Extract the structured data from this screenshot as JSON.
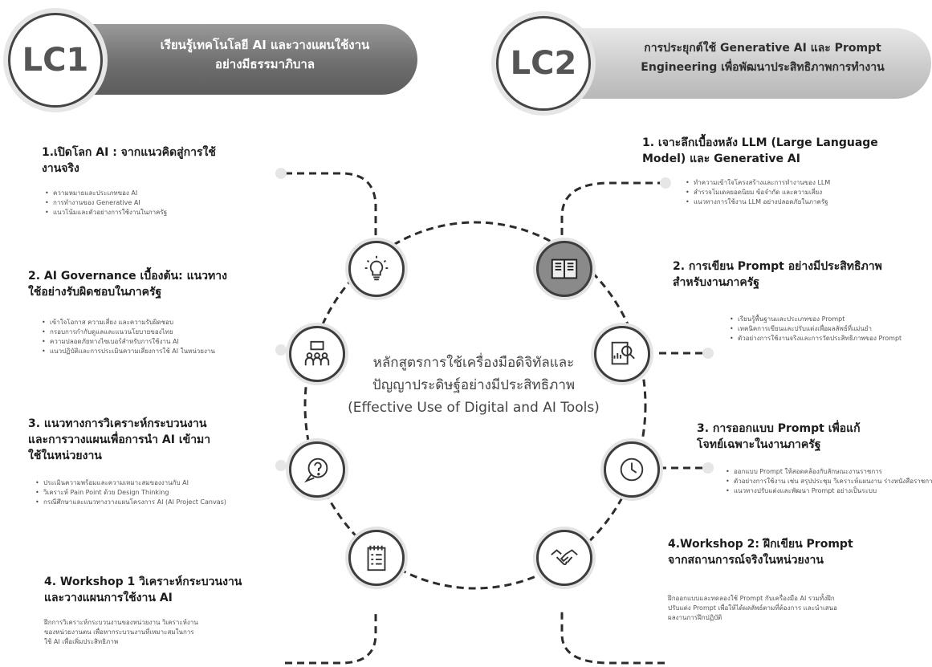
{
  "lc1": {
    "badge": "LC1",
    "title": "เรียนรู้เทคโนโลยี AI และวางแผนใช้งาน\nอย่างมีธรรมาภิบาล",
    "modules": [
      {
        "title": "1.เปิดโลก AI : จากแนวคิดสู่การใช้\nงานจริง",
        "icon": "lightbulb-icon",
        "bullets": [
          "ความหมายและประเภทของ AI",
          "การทำงานของ Generative AI",
          "แนวโน้มและตัวอย่างการใช้งานในภาครัฐ"
        ]
      },
      {
        "title": "2. AI Governance เบื้องต้น: แนวทาง\nใช้อย่างรับผิดชอบในภาครัฐ",
        "icon": "team-presentation-icon",
        "bullets": [
          "เข้าใจโอกาส ความเสี่ยง และความรับผิดชอบ",
          "กรอบการกำกับดูแลและแนวนโยบายของไทย",
          "ความปลอดภัยทางไซเบอร์สำหรับการใช้งาน AI",
          "แนวปฏิบัติและการประเมินความเสี่ยงการใช้ AI ในหน่วยงาน"
        ]
      },
      {
        "title": "3. แนวทางการวิเคราะห์กระบวนงาน\nและการวางแผนเพื่อการนำ AI เข้ามา\nใช้ในหน่วยงาน",
        "icon": "question-bubble-icon",
        "bullets": [
          "ประเมินความพร้อมและความเหมาะสมของงานกับ AI",
          "วิเคราะห์ Pain Point ด้วย Design Thinking",
          "กรณีศึกษาและแนวทางวางแผนโครงการ AI (AI Project Canvas)"
        ]
      },
      {
        "title": "4. Workshop 1 วิเคราะห์กระบวนงาน\nและวางแผนการใช้งาน AI",
        "icon": "notepad-checklist-icon",
        "description": "ฝึกการวิเคราะห์กระบวนงานของหน่วยงาน วิเคราะห์งาน\nของหน่วยงานตน เพื่อหากระบวนงานที่เหมาะสมในการ\nใช้ AI เพื่อเพิ่มประสิทธิภาพ"
      }
    ]
  },
  "lc2": {
    "badge": "LC2",
    "title": "การประยุกต์ใช้ Generative AI และ Prompt\nEngineering เพื่อพัฒนาประสิทธิภาพการทำงาน",
    "modules": [
      {
        "title": "1. เจาะลึกเบื้องหลัง LLM (Large Language\nModel) และ Generative AI",
        "icon": "open-book-icon",
        "bullets": [
          "ทำความเข้าใจโครงสร้างและการทำงานของ LLM",
          "สำรวจโมเดลยอดนิยม ข้อจำกัด และความเสี่ยง",
          "แนวทางการใช้งาน LLM อย่างปลอดภัยในภาครัฐ"
        ]
      },
      {
        "title": "2. การเขียน Prompt อย่างมีประสิทธิภาพ\nสำหรับงานภาครัฐ",
        "icon": "report-magnifier-icon",
        "bullets": [
          "เรียนรู้พื้นฐานและประเภทของ Prompt",
          "เทคนิคการเขียนและปรับแต่งเพื่อผลลัพธ์ที่แม่นยำ",
          "ตัวอย่างการใช้งานจริงและการวัดประสิทธิภาพของ Prompt"
        ]
      },
      {
        "title": "3. การออกแบบ Prompt เพื่อแก้\nโจทย์เฉพาะในงานภาครัฐ",
        "icon": "clock-icon",
        "bullets": [
          "ออกแบบ Prompt ให้สอดคล้องกับลักษณะงานราชการ",
          "ตัวอย่างการใช้งาน เช่น สรุปประชุม วิเคราะห์แผนงาน ร่างหนังสือราชการ",
          "แนวทางปรับแต่งและพัฒนา Prompt อย่างเป็นระบบ"
        ]
      },
      {
        "title": "4.Workshop 2: ฝึกเขียน Prompt\nจากสถานการณ์จริงในหน่วยงาน",
        "icon": "handshake-icon",
        "description": "ฝึกออกแบบและทดลองใช้ Prompt กับเครื่องมือ AI รวมทั้งฝึก\nปรับแต่ง Prompt เพื่อให้ได้ผลลัพธ์ตามที่ต้องการ และนำเสนอ\nผลงานการฝึกปฏิบัติ"
      }
    ]
  },
  "center": {
    "title": "หลักสูตรการใช้เครื่องมือดิจิทัลและ\nปัญญาประดิษฐ์อย่างมีประสิทธิภาพ\n(Effective Use of Digital and AI Tools)"
  }
}
